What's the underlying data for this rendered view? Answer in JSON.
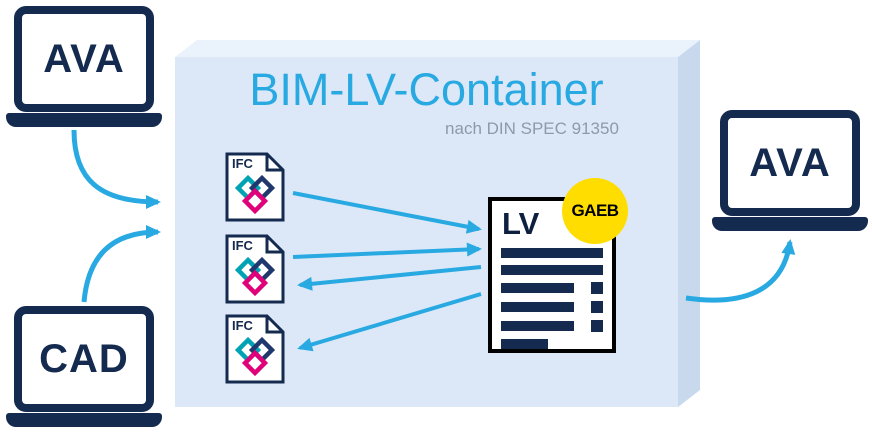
{
  "container": {
    "title": "BIM-LV-Container",
    "subtitle": "nach DIN SPEC 91350"
  },
  "devices": {
    "ava_left": {
      "label": "AVA"
    },
    "cad": {
      "label": "CAD"
    },
    "ava_right": {
      "label": "AVA"
    }
  },
  "ifc_files": [
    {
      "label": "IFC"
    },
    {
      "label": "IFC"
    },
    {
      "label": "IFC"
    }
  ],
  "lv_document": {
    "title": "LV",
    "badge": "GAEB"
  },
  "connections": [
    {
      "from": "ava-left",
      "to": "container"
    },
    {
      "from": "cad",
      "to": "container"
    },
    {
      "from": "ifc-1",
      "to": "lv-document"
    },
    {
      "from": "ifc-2",
      "to": "lv-document"
    },
    {
      "from": "lv-document",
      "to": "ifc-2"
    },
    {
      "from": "lv-document",
      "to": "ifc-3"
    },
    {
      "from": "container",
      "to": "ava-right"
    }
  ],
  "colors": {
    "navy": "#142a4f",
    "accent_blue": "#29a9e1",
    "box_front": "#dce8f7",
    "box_top": "#eaf2fb",
    "box_side": "#c8d9ee",
    "gaeb_yellow": "#ffdd00",
    "doc_border": "#000000",
    "subtitle_gray": "#8d9aa9",
    "ifc_logo_teal": "#00a3b3",
    "ifc_logo_blue": "#20386e",
    "ifc_logo_magenta": "#e0007a"
  }
}
